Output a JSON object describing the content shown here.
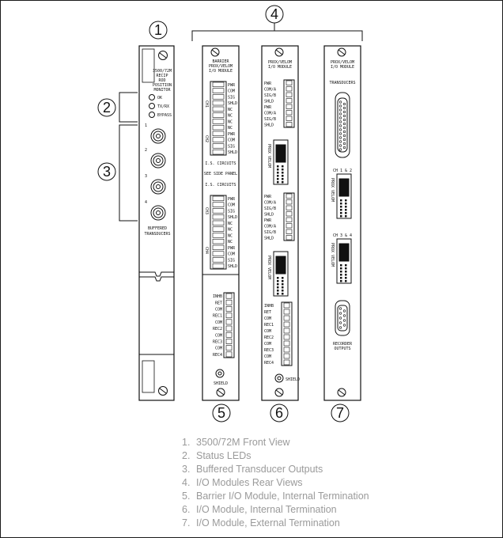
{
  "callouts": [
    "1",
    "2",
    "3",
    "4",
    "5",
    "6",
    "7"
  ],
  "front_panel": {
    "title_lines": [
      "3500/72M",
      "RECIP",
      "ROD",
      "POSITION",
      "MONITOR"
    ],
    "leds": [
      "OK",
      "TX/RX",
      "BYPASS"
    ],
    "channels": [
      "1",
      "2",
      "3",
      "4"
    ],
    "buffered_lines": [
      "BUFFERED",
      "TRANSDUCERS"
    ]
  },
  "module5": {
    "title_lines": [
      "BARRIER",
      "PROX/VELOM",
      "I/O MODULE"
    ],
    "group_a": [
      "PWR",
      "COM",
      "SIG",
      "SHLD",
      "NC",
      "NC",
      "NC",
      "NC",
      "PWR",
      "COM",
      "SIG",
      "SHLD"
    ],
    "ch_a": [
      "CH1",
      "CH2"
    ],
    "is_circuits": "I.S. CIRCUITS",
    "see_side_panel": "SEE SIDE PANEL",
    "group_b": [
      "PWR",
      "COM",
      "SIG",
      "SHLD",
      "NC",
      "NC",
      "NC",
      "NC",
      "PWR",
      "COM",
      "SIG",
      "SHLD"
    ],
    "ch_b": [
      "CH3",
      "CH4"
    ],
    "relay_terms": [
      "INHB",
      "RET",
      "COM",
      "REC1",
      "COM",
      "REC2",
      "COM",
      "REC3",
      "COM",
      "REC4"
    ],
    "shield": "SHIELD"
  },
  "module6": {
    "title_lines": [
      "PROX/VELOM",
      "I/O MODULE"
    ],
    "group_a": [
      "PWR",
      "COM/A",
      "SIG/B",
      "SHLD",
      "PWR",
      "COM/A",
      "SIG/B",
      "SHLD"
    ],
    "jumper_label": "PROX VELOM",
    "group_b": [
      "PWR",
      "COM/A",
      "SIG/B",
      "SHLD",
      "PWR",
      "COM/A",
      "SIG/B",
      "SHLD"
    ],
    "relay_terms": [
      "INHB",
      "RET",
      "COM",
      "REC1",
      "COM",
      "REC2",
      "COM",
      "REC3",
      "COM",
      "REC4"
    ],
    "shield": "SHIELD"
  },
  "module7": {
    "title_lines": [
      "PROX/VELOM",
      "I/O MODULE"
    ],
    "transducers": "TRANSDUCERS",
    "ch12": "CH 1 & 2",
    "ch34": "CH 3 & 4",
    "jumper_label": "PROX VELOM",
    "recorder_lines": [
      "RECORDER",
      "OUTPUTS"
    ]
  },
  "legend": [
    {
      "num": "1.",
      "text": "3500/72M Front View"
    },
    {
      "num": "2.",
      "text": "Status LEDs"
    },
    {
      "num": "3.",
      "text": "Buffered Transducer Outputs"
    },
    {
      "num": "4.",
      "text": "I/O Modules Rear Views"
    },
    {
      "num": "5.",
      "text": "Barrier I/O Module, Internal Termination"
    },
    {
      "num": "6.",
      "text": "I/O Module, Internal Termination"
    },
    {
      "num": "7.",
      "text": "I/O Module, External Termination"
    }
  ]
}
